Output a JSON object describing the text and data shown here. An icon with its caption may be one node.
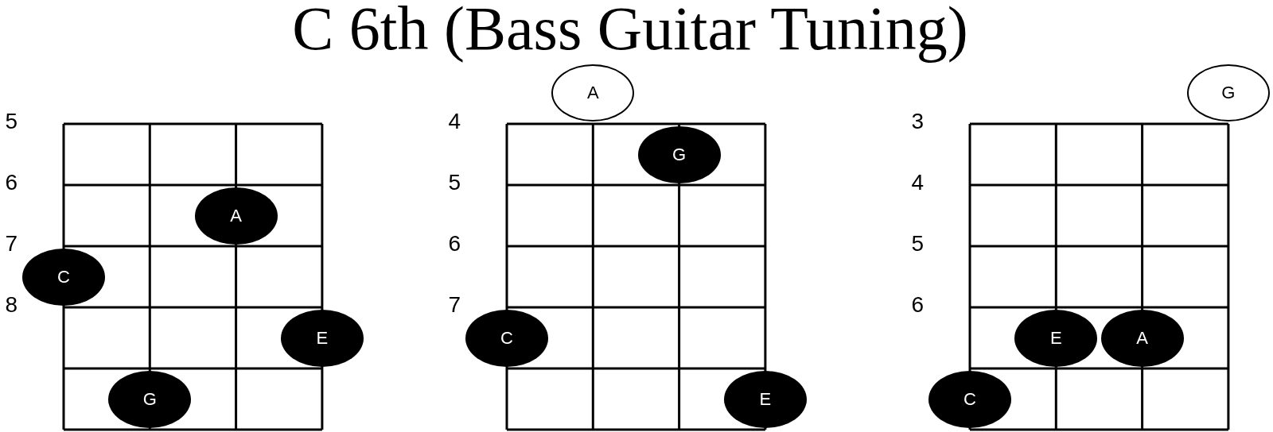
{
  "diagram": {
    "title": "C 6th (Bass Guitar Tuning)",
    "nodes": [
      {
        "text": [
          "A"
        ]
      },
      {
        "text": [
          "C"
        ]
      },
      {
        "text": [
          "E"
        ]
      },
      {
        "text": [
          "G"
        ]
      },
      {
        "text": [
          "A"
        ]
      },
      {
        "text": [
          "G"
        ]
      },
      {
        "text": [
          "C"
        ]
      },
      {
        "text": [
          "E"
        ]
      },
      {
        "text": [
          "G"
        ]
      },
      {
        "text": [
          "E"
        ]
      },
      {
        "text": [
          "A"
        ]
      },
      {
        "text": [
          "C"
        ]
      }
    ],
    "labels": [
      "5",
      "6",
      "7",
      "8",
      "4",
      "5",
      "6",
      "7",
      "3",
      "4",
      "5",
      "6"
    ]
  }
}
